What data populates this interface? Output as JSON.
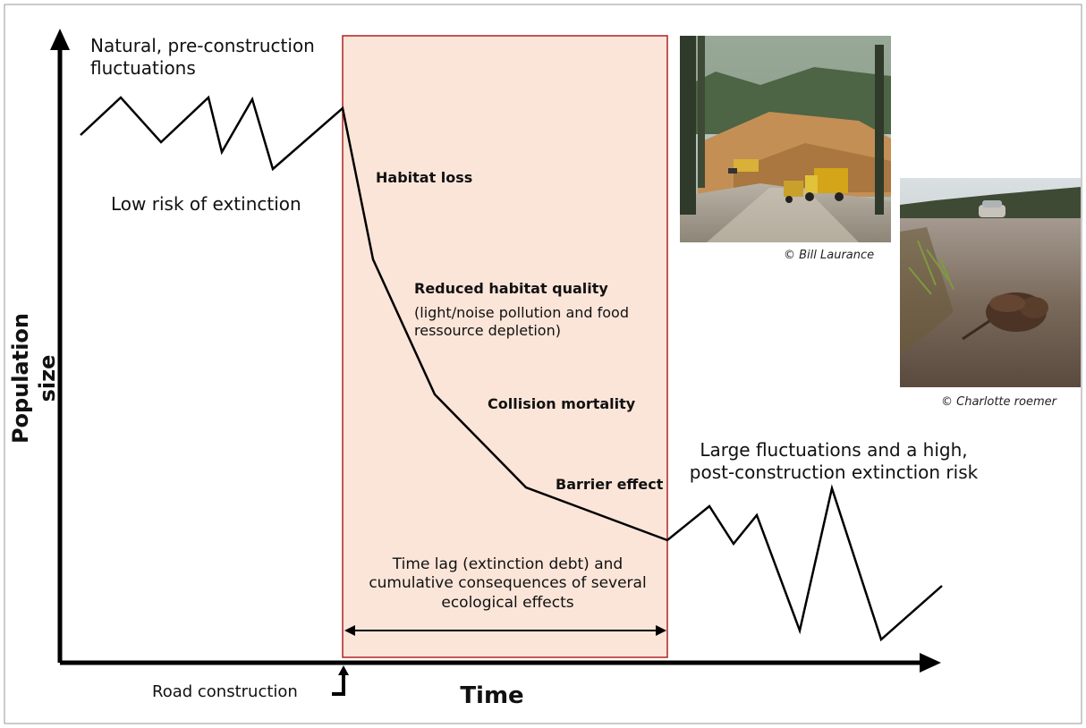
{
  "axes": {
    "ylabel": "Population size",
    "xlabel": "Time"
  },
  "labels": {
    "natural_fluctuations": "Natural, pre-construction fluctuations",
    "low_risk": "Low risk of extinction",
    "habitat_loss": "Habitat loss",
    "reduced_quality_title": "Reduced habitat quality",
    "reduced_quality_detail": "(light/noise pollution and food ressource depletion)",
    "collision": "Collision mortality",
    "barrier": "Barrier effect",
    "large_fluctuations": "Large fluctuations and a high, post-construction extinction risk",
    "time_lag": "Time lag (extinction debt) and cumulative consequences of several ecological effects",
    "road_construction": "Road construction"
  },
  "photos": [
    {
      "subject": "road construction site with trucks in forest",
      "credit": "© Bill Laurance"
    },
    {
      "subject": "roadkill small mammal on asphalt road",
      "credit": "© Charlotte roemer"
    }
  ],
  "colors": {
    "impact_zone_fill": "#fbe5d9",
    "impact_zone_border": "#b22222",
    "line": "#000000",
    "frame": "#9a9a9a"
  }
}
